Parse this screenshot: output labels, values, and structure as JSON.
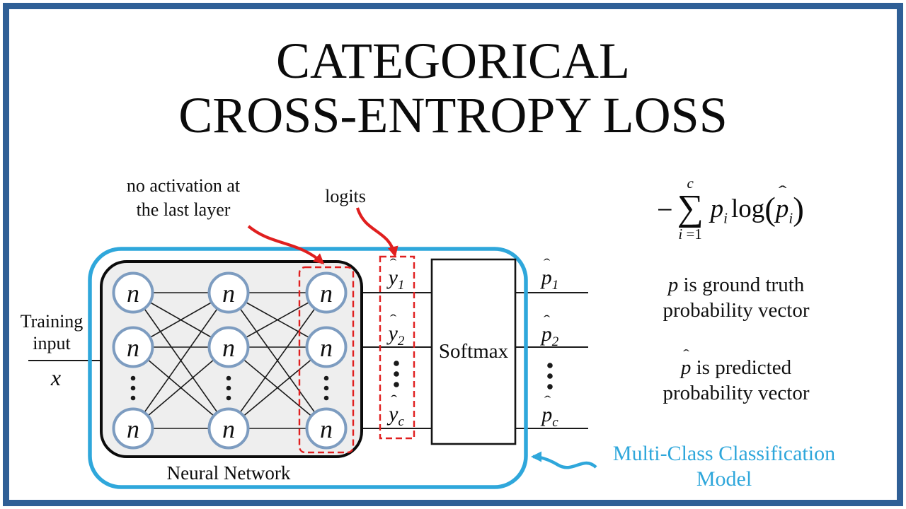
{
  "title": {
    "line1": "CATEGORICAL",
    "line2": "CROSS-ENTROPY LOSS"
  },
  "formula": {
    "minus": "−",
    "sum_upper": "c",
    "sigma": "∑",
    "sum_lower_i": "i",
    "sum_lower_rest": "=1",
    "p_base": "p",
    "p_sub": "i",
    "log": "log",
    "lparen": "(",
    "hat": "ˆ",
    "phat_base": "p",
    "phat_sub": "i",
    "rparen": ")"
  },
  "annotations": {
    "no_activation_line1": "no activation at",
    "no_activation_line2": "the last layer",
    "logits": "logits"
  },
  "input": {
    "line1": "Training",
    "line2": "input",
    "symbol": "x"
  },
  "network": {
    "node_label": "n",
    "caption": "Neural Network"
  },
  "softmax": {
    "label": "Softmax"
  },
  "outputs_y": [
    {
      "hat": "ˆ",
      "base": "y",
      "sub": "1"
    },
    {
      "hat": "ˆ",
      "base": "y",
      "sub": "2"
    },
    {
      "hat": "ˆ",
      "base": "y",
      "sub": "c"
    }
  ],
  "outputs_p": [
    {
      "hat": "ˆ",
      "base": "p",
      "sub": "1"
    },
    {
      "hat": "ˆ",
      "base": "p",
      "sub": "2"
    },
    {
      "hat": "ˆ",
      "base": "p",
      "sub": "c"
    }
  ],
  "legend": {
    "ground_truth": {
      "symbol": "p",
      "rest": " is ground truth",
      "line2": "probability vector"
    },
    "predicted": {
      "hat": "ˆ",
      "symbol": "p",
      "rest": " is predicted",
      "line2": "probability vector"
    }
  },
  "model_label": {
    "line1": "Multi-Class Classification",
    "line2": "Model"
  },
  "colors": {
    "frame": "#2f5f96",
    "cyan": "#2fa7db",
    "red": "#e01f1f",
    "node_stroke": "#7d9cc0",
    "network_fill": "#eeeeee",
    "line": "#1a1a1a"
  }
}
